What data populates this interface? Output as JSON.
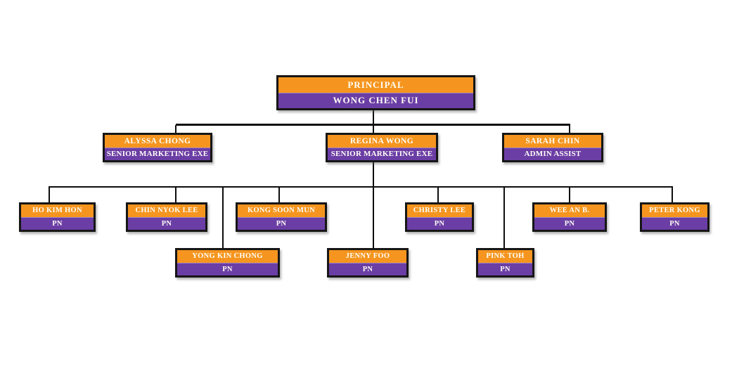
{
  "org_chart": {
    "colors": {
      "band_top_orange": "#F5951F",
      "band_bottom_purple": "#6B3EA5",
      "box_border": "#161616",
      "connector_line": "#0D0D0D",
      "text": "#FFFFFF",
      "background": "#FFFFFF"
    },
    "nodes": [
      {
        "id": "principal",
        "title": "PRINCIPAL",
        "subtitle": "WONG CHEN FUI",
        "reports_to": null
      },
      {
        "id": "alyssa-chong",
        "title": "ALYSSA CHONG",
        "subtitle": "SENIOR MARKETING EXE",
        "reports_to": "principal"
      },
      {
        "id": "regina-wong",
        "title": "REGINA WONG",
        "subtitle": "SENIOR MARKETING EXE",
        "reports_to": "principal"
      },
      {
        "id": "sarah-chin",
        "title": "SARAH CHIN",
        "subtitle": "ADMIN ASSIST",
        "reports_to": "principal"
      },
      {
        "id": "ho-kim-hon",
        "title": "HO KIM HON",
        "subtitle": "PN",
        "reports_to": "regina-wong"
      },
      {
        "id": "chin-nyok-lee",
        "title": "CHIN NYOK LEE",
        "subtitle": "PN",
        "reports_to": "regina-wong"
      },
      {
        "id": "kong-soon-mun",
        "title": "KONG SOON MUN",
        "subtitle": "PN",
        "reports_to": "regina-wong"
      },
      {
        "id": "christy-lee",
        "title": "CHRISTY LEE",
        "subtitle": "PN",
        "reports_to": "regina-wong"
      },
      {
        "id": "wee-an-b",
        "title": "WEE AN B.",
        "subtitle": "PN",
        "reports_to": "regina-wong"
      },
      {
        "id": "peter-kong",
        "title": "PETER KONG",
        "subtitle": "PN",
        "reports_to": "regina-wong"
      },
      {
        "id": "yong-kin-chong",
        "title": "YONG KIN CHONG",
        "subtitle": "PN",
        "reports_to": "regina-wong"
      },
      {
        "id": "jenny-foo",
        "title": "JENNY FOO",
        "subtitle": "PN",
        "reports_to": "regina-wong"
      },
      {
        "id": "pink-toh",
        "title": "PINK TOH",
        "subtitle": "PN",
        "reports_to": "regina-wong"
      }
    ]
  }
}
